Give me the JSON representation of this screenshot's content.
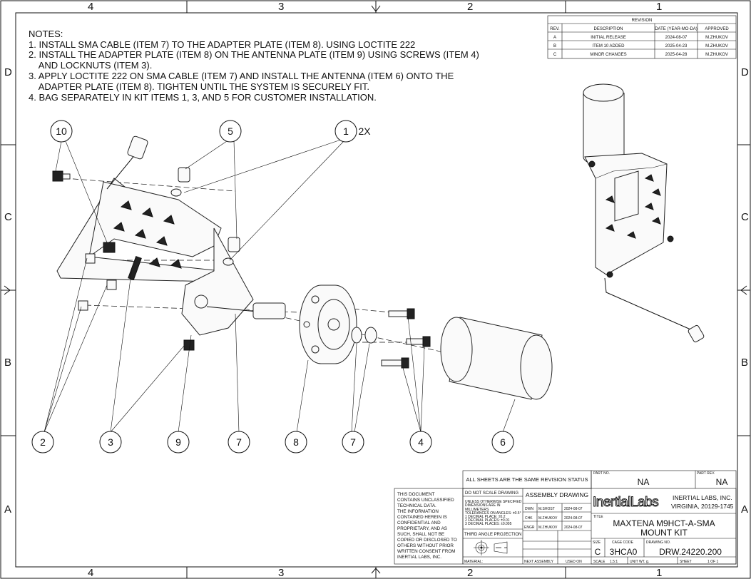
{
  "border": {
    "columns": [
      "4",
      "3",
      "2",
      "1"
    ],
    "rows": [
      "D",
      "C",
      "B",
      "A"
    ]
  },
  "notes": {
    "heading": "NOTES:",
    "lines": [
      "1. INSTALL SMA CABLE (ITEM 7) TO THE ADAPTER PLATE (ITEM 8). USING LOCTITE 222",
      "2. INSTALL THE ADAPTER PLATE (ITEM 8) ON THE ANTENNA PLATE (ITEM 9) USING SCREWS (ITEM 4)",
      "    AND LOCKNUTS (ITEM 3).",
      "3. APPLY LOCTITE 222 ON SMA CABLE (ITEM 7) AND INSTALL THE ANTENNA (ITEM 6) ONTO THE",
      "    ADAPTER PLATE (ITEM 8). TIGHTEN UNTIL THE SYSTEM IS SECURELY FIT.",
      "4. BAG SEPARATELY IN KIT ITEMS 1, 3, AND 5 FOR CUSTOMER INSTALLATION."
    ]
  },
  "revision": {
    "title": "REVISION",
    "headers": [
      "REV.",
      "DESCRIPTION",
      "DATE (YEAR-MO-DA)",
      "APPROVED"
    ],
    "rows": [
      [
        "A",
        "INITIAL RELEASE",
        "2024-08-07",
        "M.ZHUKOV"
      ],
      [
        "B",
        "ITEM 10 ADDED",
        "2025-04-23",
        "M.ZHUKOV"
      ],
      [
        "C",
        "MINOR CHANGES",
        "2025-04-28",
        "M.ZHUKOV"
      ]
    ]
  },
  "callouts": {
    "top": [
      "10",
      "5",
      "1"
    ],
    "qty_1": "2X",
    "bottom": [
      "2",
      "3",
      "9",
      "7",
      "8",
      "7",
      "4",
      "6"
    ]
  },
  "title_block": {
    "same_revision": "ALL SHEETS ARE THE SAME REVISION STATUS",
    "disclaimer": [
      "THIS DOCUMENT",
      "CONTAINS UNCLASSIFIED",
      "TECHNICAL DATA.",
      "THE INFORMATION",
      "CONTAINED HEREIN IS",
      "CONFIDENTIAL AND",
      "PROPRIETARY, AND AS",
      "SUCH, SHALL NOT BE",
      "COPIED OR DISCLOSED TO",
      "OTHERS WITHOUT PRIOR",
      "WRITTEN CONSENT FROM",
      "INERTIAL LABS, INC."
    ],
    "do_not_scale": "DO NOT SCALE DRAWING",
    "tolerances": [
      "UNLESS OTHERWISE SPECIFIED",
      "DIMENSIONS ARE IN",
      "MILLIMETERS",
      "TOLERANCES ON ANGLES: ±0.5°",
      "1 DECIMAL PLACE: ±0.2",
      "2 DECIMAL PLACES: ±0.01",
      "3 DECIMAL PLACES: ±0.005"
    ],
    "projection": "THIRD ANGLE PROJECTION",
    "material_label": "MATERIAL:",
    "drawing_type": "ASSEMBLY DRAWING",
    "signoffs": [
      {
        "role": "DWN",
        "name": "M.SHOST",
        "date": "2024-08-07"
      },
      {
        "role": "CHK",
        "name": "M.ZHUKOV",
        "date": "2024-08-07"
      },
      {
        "role": "ENGR",
        "name": "M.ZHUKOV",
        "date": "2024-08-07"
      }
    ],
    "next_assembly_label": "NEXT ASSEMBLY",
    "used_on_label": "USED ON",
    "part_no_label": "PART NO.",
    "part_no": "NA",
    "part_rev_label": "PART REV.",
    "part_rev": "NA",
    "logo_text": "InertialLabs",
    "company": "INERTIAL LABS, INC.",
    "address": "VIRGINIA, 20129-1745",
    "title_label": "TITLE",
    "title_line1": "MAXTENA M9HCT-A-SMA",
    "title_line2": "MOUNT KIT",
    "size_label": "SIZE",
    "size": "C",
    "cage_label": "CAGE CODE",
    "cage": "3HCA0",
    "drawing_no_label": "DRAWING NO.",
    "drawing_no": "DRW.24220.200",
    "scale_label": "SCALE",
    "scale": "1.5:1",
    "unit_wt_label": "UNIT WT. g.",
    "sheet_label": "SHEET",
    "sheet": "1 OF 1"
  }
}
